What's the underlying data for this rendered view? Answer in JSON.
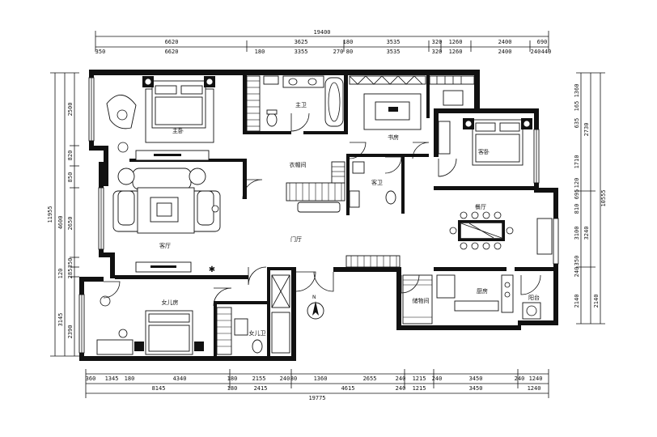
{
  "dimensions": {
    "top_total": "19400",
    "top_row1": [
      "6620",
      "3625",
      "180",
      "3535",
      "320",
      "1260",
      "2400",
      "690"
    ],
    "top_row2": [
      "350",
      "6620",
      "180",
      "3355",
      "270",
      "80",
      "3535",
      "320",
      "1260",
      "2400",
      "240",
      "440"
    ],
    "bottom_row1": [
      "360",
      "1345",
      "180",
      "4340",
      "180",
      "2155",
      "240",
      "80",
      "1360",
      "2655",
      "240",
      "1215",
      "240",
      "3450",
      "240",
      "1240"
    ],
    "bottom_row2": [
      "8145",
      "180",
      "2415",
      "4615",
      "240",
      "1215",
      "3450",
      "1240"
    ],
    "bottom_total": "19775",
    "left_total": "11955",
    "left_row1": [
      "2500",
      "820",
      "850",
      "2650",
      "350",
      "285",
      "3145",
      "2390"
    ],
    "left_row2": [
      "4600",
      "120"
    ],
    "right_total": "10555",
    "right_row1": [
      "1360",
      "165",
      "635",
      "1710",
      "120",
      "695",
      "810",
      "3100",
      "350",
      "240",
      "2140"
    ],
    "right_row2": [
      "2730",
      "3240",
      "2140"
    ]
  },
  "rooms": {
    "master_bedroom": "主卧",
    "master_bath": "主卫",
    "study": "书房",
    "guest_room": "客卧",
    "closet": "衣帽间",
    "guest_bath": "客卫",
    "living_room": "客厅",
    "foyer": "门厅",
    "dining_room": "餐厅",
    "storage": "储物间",
    "kitchen": "厨房",
    "balcony": "阳台",
    "daughter_room": "女儿房",
    "daughter_bath": "女儿卫"
  },
  "north_arrow_label": "N"
}
